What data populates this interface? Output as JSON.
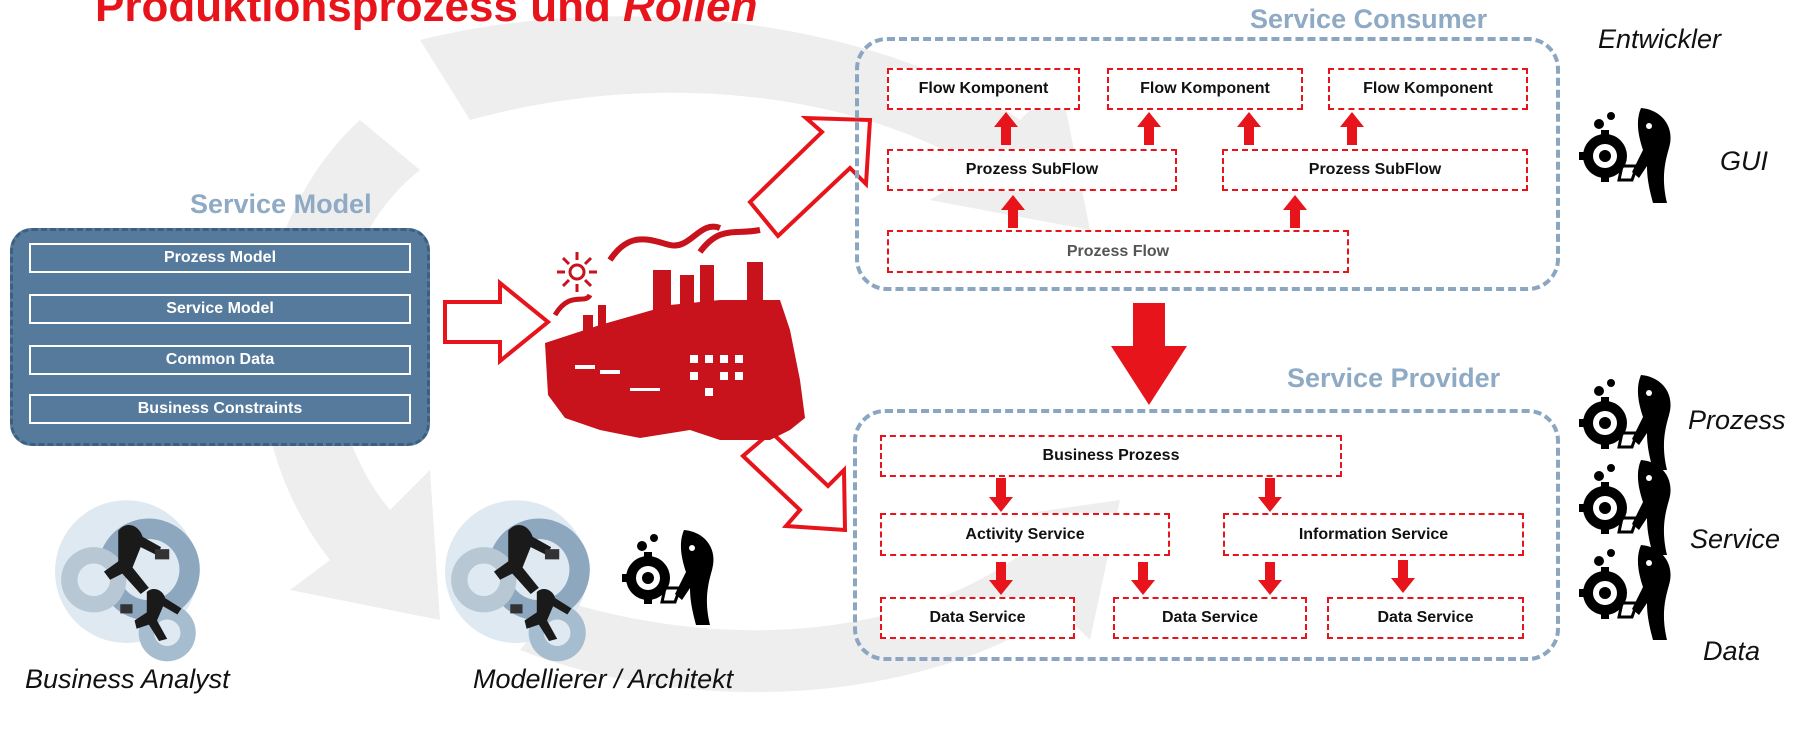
{
  "title": {
    "main": "Produktionsprozess und ",
    "emphasis": "Rollen"
  },
  "service_model": {
    "label": "Service Model",
    "rows": [
      "Prozess Model",
      "Service Model",
      "Common Data",
      "Business Constraints"
    ]
  },
  "service_consumer": {
    "label": "Service Consumer",
    "flow_komponents": [
      "Flow Komponent",
      "Flow Komponent",
      "Flow Komponent"
    ],
    "subflows": [
      "Prozess SubFlow",
      "Prozess SubFlow"
    ],
    "flow": "Prozess Flow"
  },
  "service_provider": {
    "label": "Service Provider",
    "business_prozess": "Business Prozess",
    "activity_service": "Activity Service",
    "information_service": "Information Service",
    "data_services": [
      "Data Service",
      "Data Service",
      "Data Service"
    ]
  },
  "roles": {
    "entwickler": "Entwickler",
    "gui": "GUI",
    "prozess": "Prozess",
    "service": "Service",
    "data": "Data",
    "business_analyst": "Business Analyst",
    "modellierer": "Modellierer / Architekt"
  },
  "colors": {
    "accent_red": "#e8141c",
    "group_border": "#8aa6c1",
    "model_panel": "#567a9c",
    "factory": "#c8121c"
  },
  "icons": [
    "developer-gear-icon",
    "business-gear-icon",
    "factory-icon"
  ]
}
